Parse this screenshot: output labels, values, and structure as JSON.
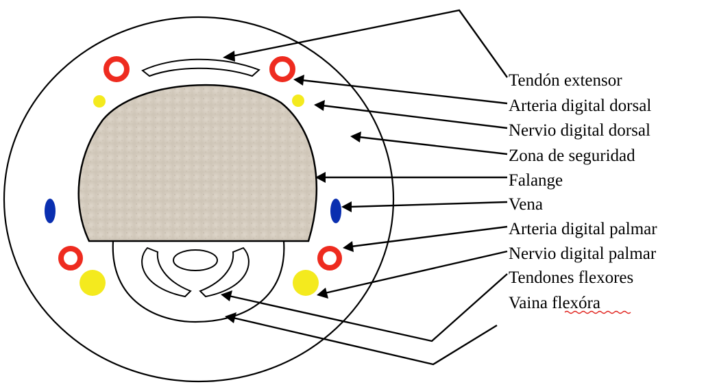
{
  "labels": {
    "tendon_extensor": "Tendón extensor",
    "arteria_dorsal": "Arteria digital dorsal",
    "nervio_dorsal": "Nervio digital dorsal",
    "zona_seguridad": "Zona de seguridad",
    "falange": "Falange",
    "vena": "Vena",
    "arteria_palmar": "Arteria digital palmar",
    "nervio_palmar": "Nervio digital palmar",
    "tendones_flexores": "Tendones flexores",
    "vaina_flexora_1": "Vaina ",
    "vaina_flexora_2": "flexóra"
  },
  "colors": {
    "artery": "#ee2b1f",
    "nerve": "#f4ea1e",
    "vein": "#0a2fb0",
    "bone": "#d9d0c3",
    "spellcheck": "#e0201b"
  },
  "icons": {
    "arrow": "arrow-head-icon",
    "spellcheck": "spellcheck-underline-icon"
  }
}
